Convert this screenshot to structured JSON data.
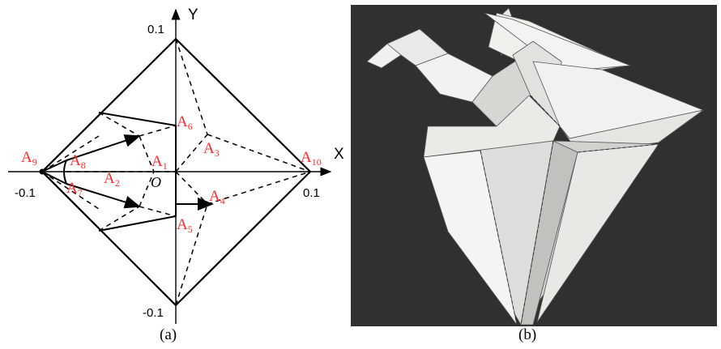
{
  "panel_a": {
    "caption": "(a)",
    "axes": {
      "x_name": "X",
      "y_name": "Y"
    },
    "ticks": {
      "y_top": "0.1",
      "x_left": "-0.1",
      "x_right": "0.1",
      "y_bottom": "-0.1"
    },
    "origin_label": "O",
    "points": [
      {
        "id": "A1",
        "letter": "A",
        "sub": "1"
      },
      {
        "id": "A2",
        "letter": "A",
        "sub": "2"
      },
      {
        "id": "A3",
        "letter": "A",
        "sub": "3"
      },
      {
        "id": "A4",
        "letter": "A",
        "sub": "4"
      },
      {
        "id": "A5",
        "letter": "A",
        "sub": "5"
      },
      {
        "id": "A6",
        "letter": "A",
        "sub": "6"
      },
      {
        "id": "A7",
        "letter": "A",
        "sub": "7"
      },
      {
        "id": "A8",
        "letter": "A",
        "sub": "8"
      },
      {
        "id": "A9",
        "letter": "A",
        "sub": "9"
      },
      {
        "id": "A10",
        "letter": "A",
        "sub": "10"
      }
    ],
    "colors": {
      "point_label": "#ff2a2a",
      "lines": "#000000"
    }
  },
  "panel_b": {
    "caption": "(b)",
    "description_icon": "origami-crane-photo",
    "colors": {
      "background": "#2b2b2d",
      "paper": "#ecebe8",
      "paper_shade": "#c9c8c6"
    }
  }
}
